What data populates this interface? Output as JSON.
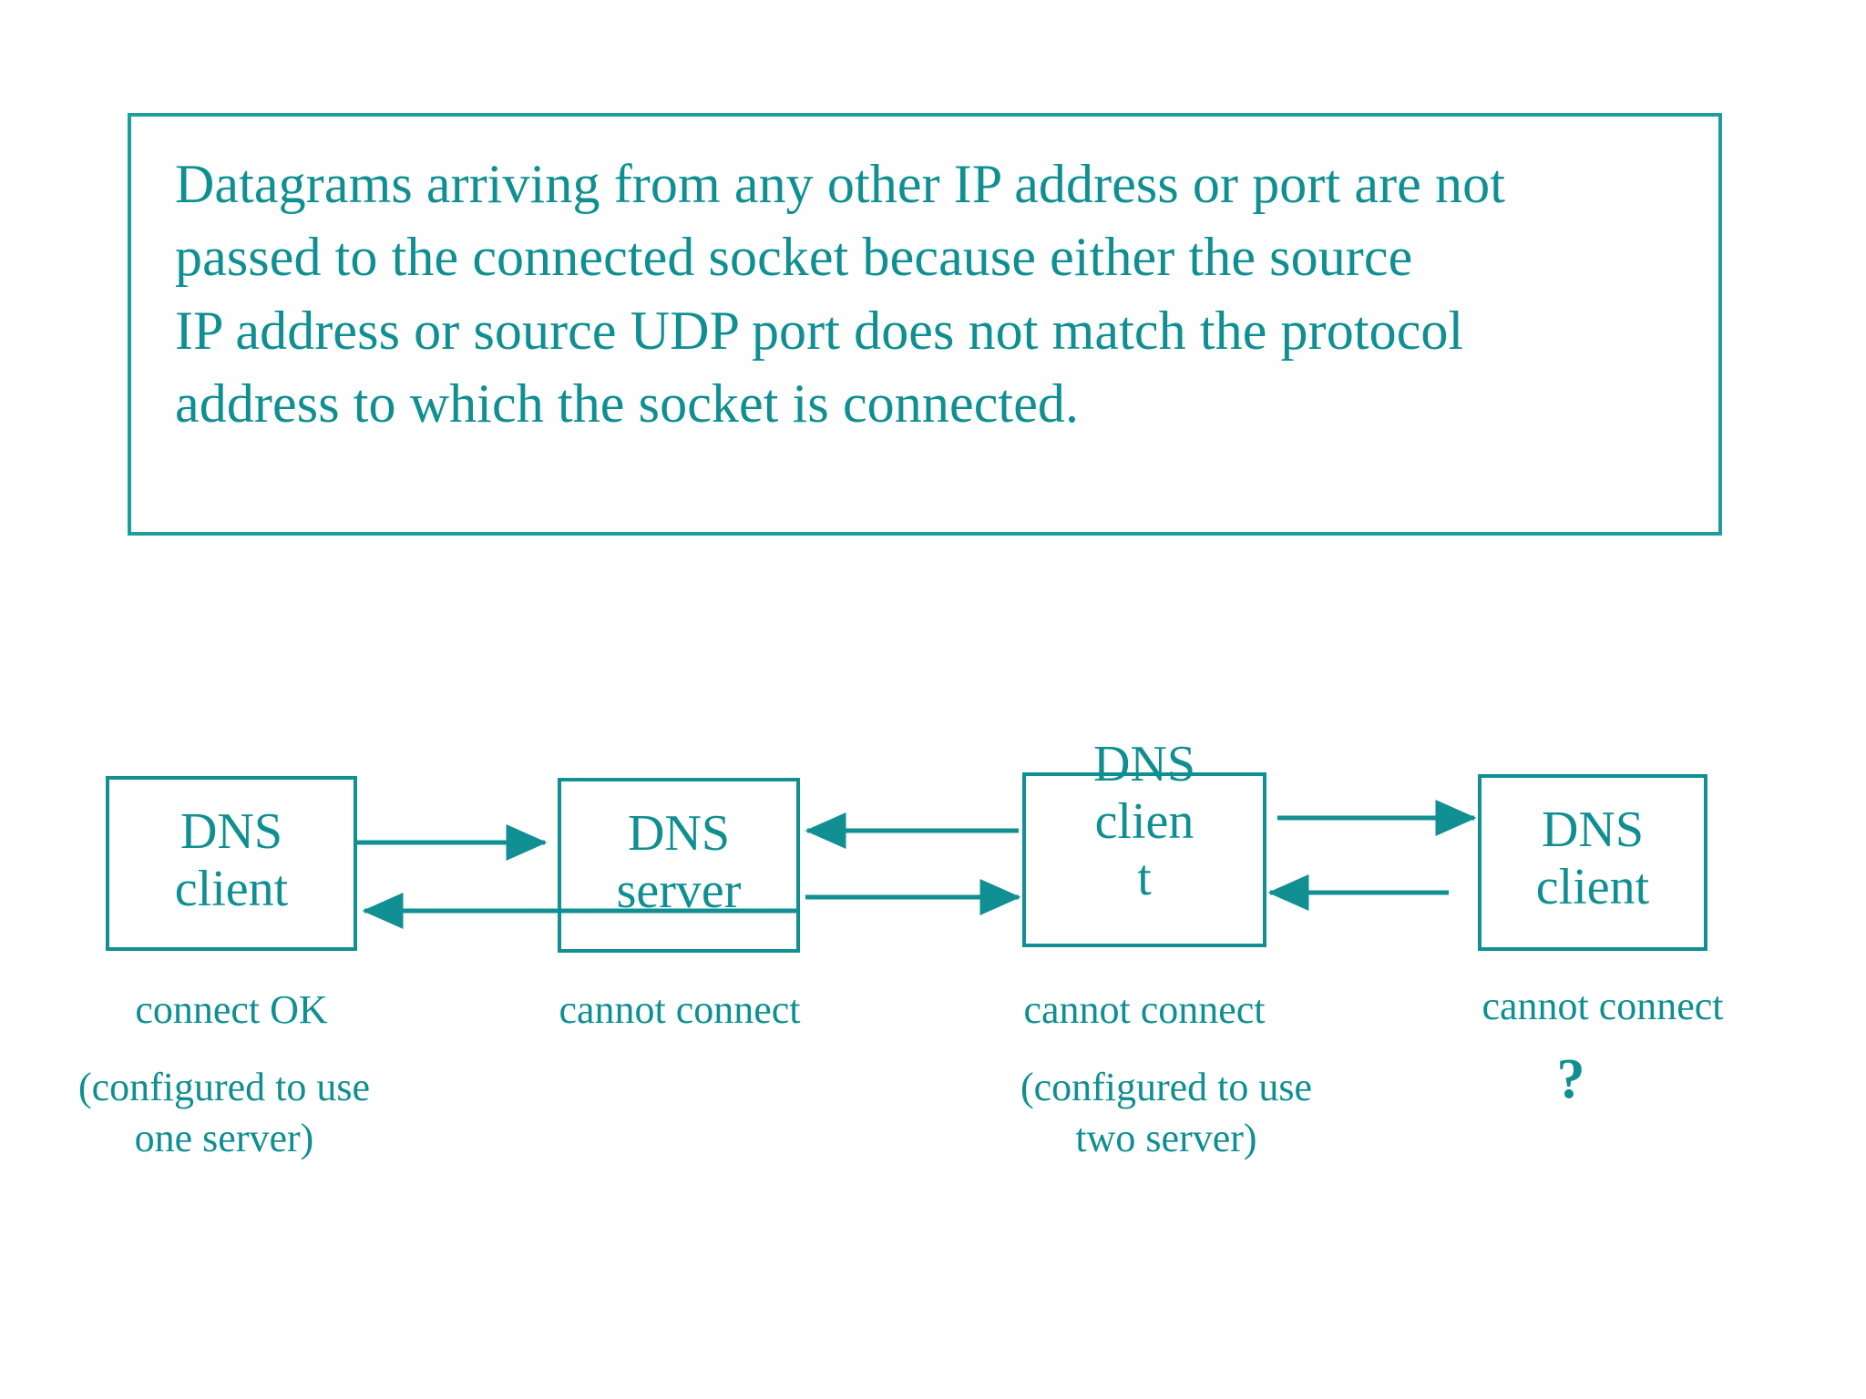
{
  "palette": {
    "teal": "#0f8f92",
    "border_teal": "#119093",
    "background": "#ffffff",
    "statement_fill": "#fdfefd"
  },
  "statement": {
    "lines": [
      "Datagrams arriving from any other IP address or port are not",
      "passed to the connected socket because either the source",
      "IP address or source UDP port does not match the protocol",
      "address to which the socket is connected."
    ]
  },
  "diagram": {
    "nodes": [
      {
        "id": "client-1",
        "label": "DNS\nclient"
      },
      {
        "id": "server",
        "label": "DNS\nserver"
      },
      {
        "id": "client-2",
        "label": "DNS\nclien\nt"
      },
      {
        "id": "client-3",
        "label": "DNS\nclient"
      }
    ],
    "captions": [
      "connect OK",
      "cannot connect",
      "cannot connect",
      "cannot connect"
    ],
    "config_notes": [
      "(configured to use\none server)",
      "(configured to use\ntwo server)"
    ],
    "question_mark": "?",
    "arrows": [
      {
        "from": "client-1",
        "to": "server",
        "direction": "right"
      },
      {
        "from": "server",
        "to": "client-1",
        "direction": "left"
      },
      {
        "from": "client-2",
        "to": "server",
        "direction": "left"
      },
      {
        "from": "server",
        "to": "client-2",
        "direction": "right"
      },
      {
        "from": "client-2",
        "to": "client-3",
        "direction": "right"
      },
      {
        "from": "client-3",
        "to": "client-2",
        "direction": "left"
      }
    ]
  }
}
